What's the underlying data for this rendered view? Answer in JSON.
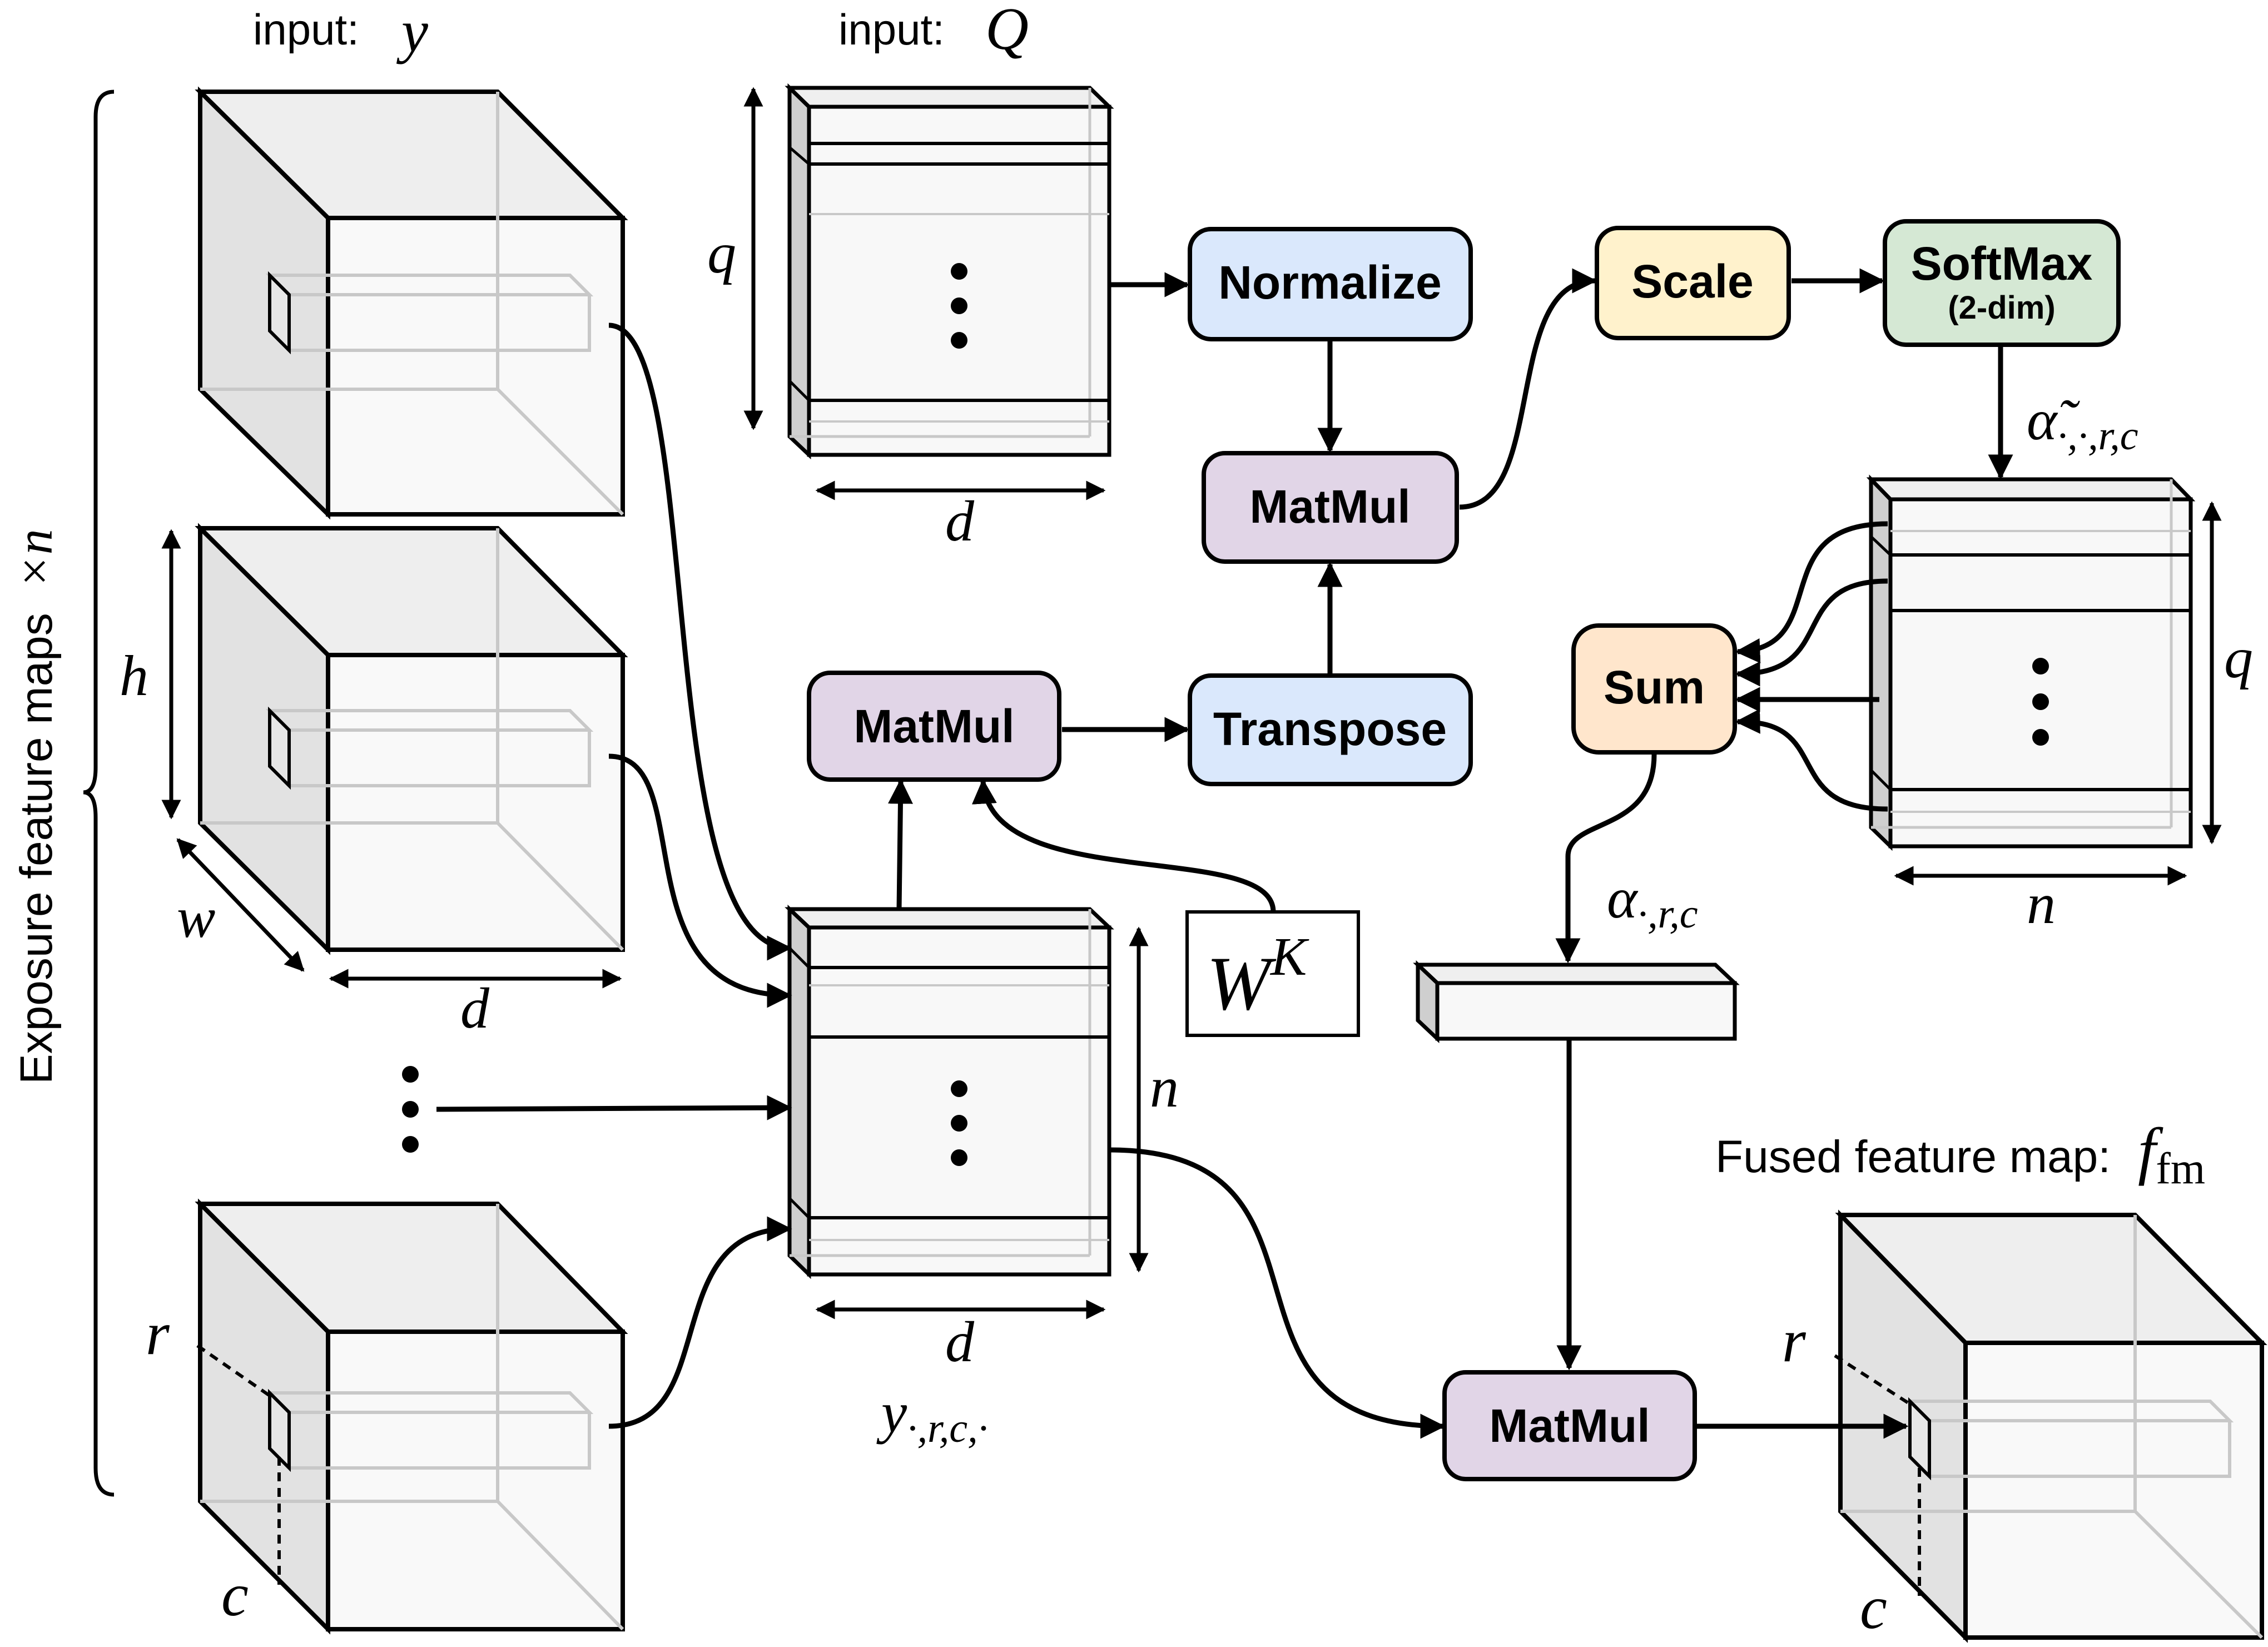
{
  "inputs": {
    "y_label": "input:",
    "y_symbol": "y",
    "q_label": "input:",
    "q_symbol": "Q"
  },
  "side_label": {
    "text": "Exposure feature maps",
    "symbol": "×n"
  },
  "dimensions": {
    "h": "h",
    "w": "w",
    "d": "d",
    "q": "q",
    "n": "n",
    "r": "r",
    "c": "c"
  },
  "nodes": {
    "normalize": "Normalize",
    "matmul_top": "MatMul",
    "scale": "Scale",
    "softmax": "SoftMax",
    "softmax_sub": "(2-dim)",
    "matmul_left": "MatMul",
    "transpose": "Transpose",
    "sum": "Sum",
    "matmul_bottom": "MatMul"
  },
  "symbols": {
    "weight_base": "W",
    "weight_sup": "K",
    "alpha_tilde_base": "α̃",
    "alpha_tilde_sub": "·,·,r,c",
    "alpha_base": "α",
    "alpha_sub": "·,r,c",
    "y_slice_base": "y",
    "y_slice_sub": "·,r,c,·"
  },
  "output": {
    "label": "Fused feature map:",
    "symbol_base": "f",
    "symbol_sub": "fm"
  },
  "colors": {
    "normalize_fill": "#dae8fc",
    "transpose_fill": "#dae8fc",
    "matmul_fill": "#e1d5e7",
    "scale_fill": "#fff2cc",
    "softmax_fill": "#d5e8d4",
    "sum_fill": "#ffe6cc",
    "cube_side": "#e0e0e0",
    "cube_front": "#f7f7f7"
  }
}
